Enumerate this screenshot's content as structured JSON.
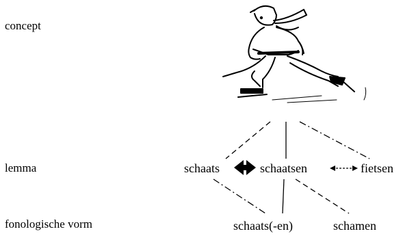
{
  "levels": {
    "concept": "concept",
    "lemma": "lemma",
    "form": "fonologische vorm"
  },
  "lemmas": {
    "left": "schaats",
    "center": "schaatsen",
    "right": "fietsen"
  },
  "forms": {
    "left": "schaats(-en)",
    "right": "schamen"
  },
  "concept_image": {
    "icon": "ice-skater-drawing-icon"
  }
}
